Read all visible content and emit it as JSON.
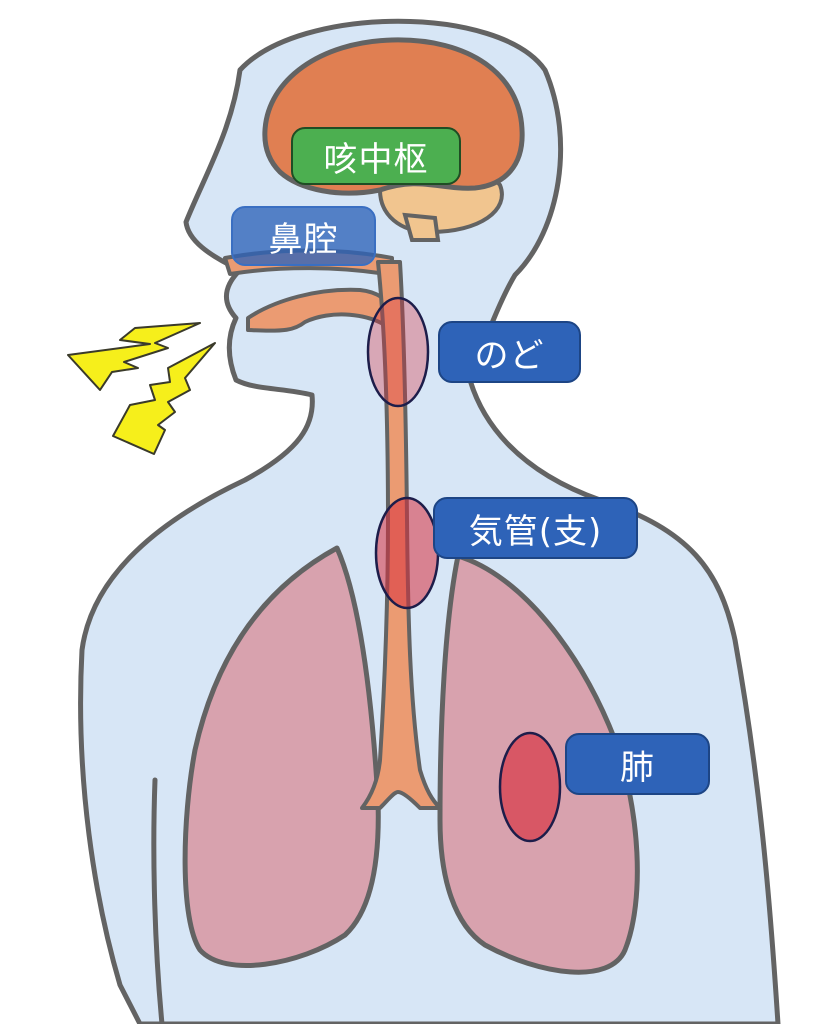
{
  "diagram": {
    "labels": {
      "cough_center": "咳中枢",
      "nasal_cavity": "鼻腔",
      "throat": "のど",
      "trachea": "気管(支)",
      "lung": "肺"
    },
    "colors": {
      "body_fill": "#d7e6f6",
      "outline": "#636363",
      "brain": "#e07f52",
      "cerebellum": "#f1c58f",
      "airway": "#eb9b72",
      "lungs": "#d8a2ae",
      "highlight": "#d9303e",
      "label_green": "#4caf50",
      "label_blue": "#2e63b8",
      "lightning": "#f6ef1b"
    }
  }
}
